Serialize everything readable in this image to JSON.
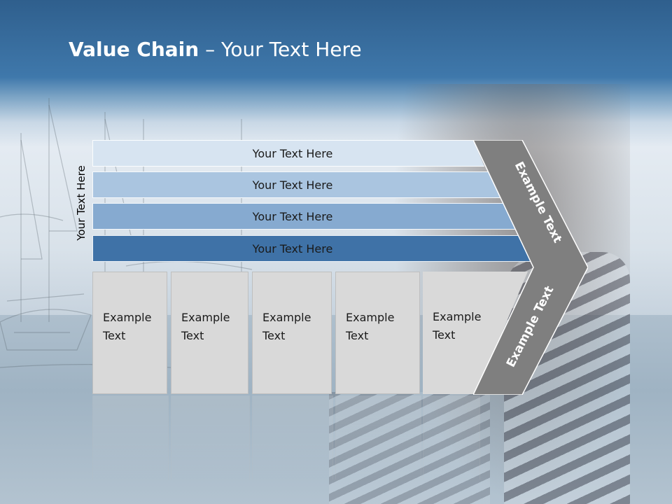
{
  "slide": {
    "title_bold": "Value Chain",
    "title_rest": " – Your Text Here",
    "vertical_label": "Your Text Here"
  },
  "rows": [
    {
      "label": "Your Text Here",
      "color": "#d7e4f1"
    },
    {
      "label": "Your Text Here",
      "color": "#aac5e0"
    },
    {
      "label": "Your Text Here",
      "color": "#86aad0"
    },
    {
      "label": "Your Text Here",
      "color": "#3f72a7"
    }
  ],
  "boxes": [
    {
      "line1": "Example",
      "line2": "Text"
    },
    {
      "line1": "Example",
      "line2": "Text"
    },
    {
      "line1": "Example",
      "line2": "Text"
    },
    {
      "line1": "Example",
      "line2": "Text"
    },
    {
      "line1": "Example",
      "line2": "Text"
    }
  ],
  "chevron": {
    "upper_label": "Example Text",
    "lower_label": "Example Text",
    "color": "#7f7f7f"
  }
}
